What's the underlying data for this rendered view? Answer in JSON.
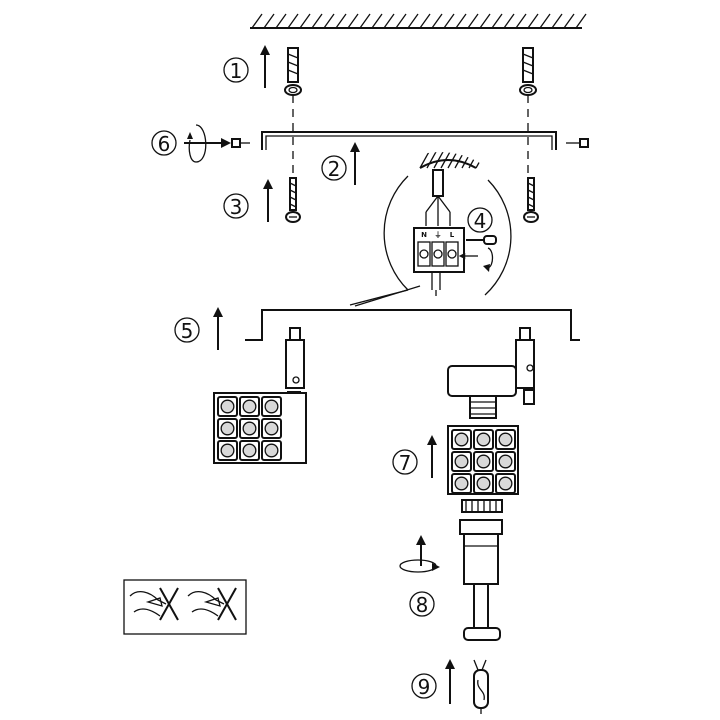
{
  "steps": [
    {
      "number": "1",
      "label": "①"
    },
    {
      "number": "2",
      "label": "②"
    },
    {
      "number": "3",
      "label": "③"
    },
    {
      "number": "4",
      "label": "④"
    },
    {
      "number": "5",
      "label": "⑤"
    },
    {
      "number": "6",
      "label": "⑥"
    },
    {
      "number": "7",
      "label": "⑦"
    },
    {
      "number": "8",
      "label": "⑧"
    },
    {
      "number": "9",
      "label": "⑨"
    }
  ],
  "terminal_block": {
    "labels": [
      "N",
      "⏚",
      "L"
    ]
  },
  "icons": [
    "ceiling-hatch-icon",
    "wall-plug-icon",
    "screw-icon",
    "mounting-bracket-icon",
    "rotation-arrow-icon",
    "up-arrow-icon",
    "terminal-block-icon",
    "canopy-plate-icon",
    "spotlight-icon",
    "crystal-shade-icon",
    "lamp-holder-icon",
    "g9-bulb-icon",
    "no-bare-hands-icon"
  ],
  "colors": {
    "line": "#111111",
    "background": "#ffffff"
  }
}
